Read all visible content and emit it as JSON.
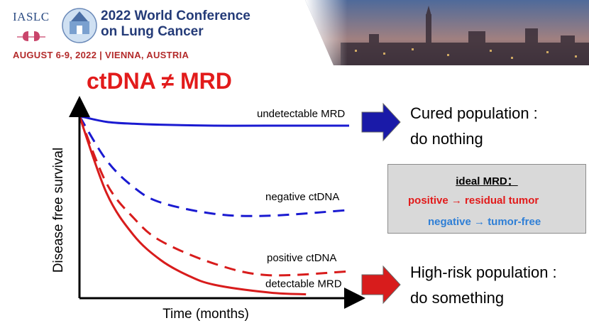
{
  "header": {
    "org": "IASLC",
    "conference_title": "2022 World Conference\non Lung Cancer",
    "date_location": "AUGUST 6-9, 2022 | VIENNA, AUSTRIA"
  },
  "slide_title": "ctDNA ≠ MRD",
  "chart_data": {
    "type": "line",
    "title": "",
    "xlabel": "Time (months)",
    "ylabel": "Disease free survival",
    "xlim": [
      0,
      10
    ],
    "ylim": [
      0,
      1
    ],
    "ticks": "none",
    "grid": false,
    "legend": "labels placed at right end of each curve",
    "series": [
      {
        "name": "undetectable MRD",
        "color": "#1a1ad1",
        "style": "solid",
        "x": [
          0,
          1,
          2,
          3,
          5,
          7,
          10
        ],
        "y": [
          0.95,
          0.92,
          0.91,
          0.905,
          0.9,
          0.9,
          0.9
        ]
      },
      {
        "name": "negative ctDNA",
        "color": "#1a1ad1",
        "style": "dashed",
        "x": [
          0,
          1,
          2,
          3,
          5,
          7,
          10
        ],
        "y": [
          0.95,
          0.72,
          0.58,
          0.5,
          0.44,
          0.43,
          0.46
        ]
      },
      {
        "name": "positive ctDNA",
        "color": "#d81c1c",
        "style": "dashed",
        "x": [
          0,
          1,
          2,
          3,
          5,
          7,
          10
        ],
        "y": [
          0.95,
          0.6,
          0.42,
          0.3,
          0.18,
          0.12,
          0.14
        ]
      },
      {
        "name": "detectable MRD",
        "color": "#d81c1c",
        "style": "solid",
        "x": [
          0,
          1,
          2,
          3,
          4,
          5,
          7,
          8.4
        ],
        "y": [
          0.95,
          0.55,
          0.33,
          0.2,
          0.12,
          0.07,
          0.03,
          0.02
        ]
      }
    ]
  },
  "callouts": {
    "top": "Cured population :\ndo nothing",
    "bottom": "High-risk population :\ndo something"
  },
  "ideal_box": {
    "title": "ideal MRD：",
    "positive": "positive → residual tumor",
    "negative": "negative → tumor-free"
  },
  "colors": {
    "blue_arrow": "#1a1aa8",
    "red_arrow": "#d81c1c",
    "title_red": "#e21b1b"
  }
}
